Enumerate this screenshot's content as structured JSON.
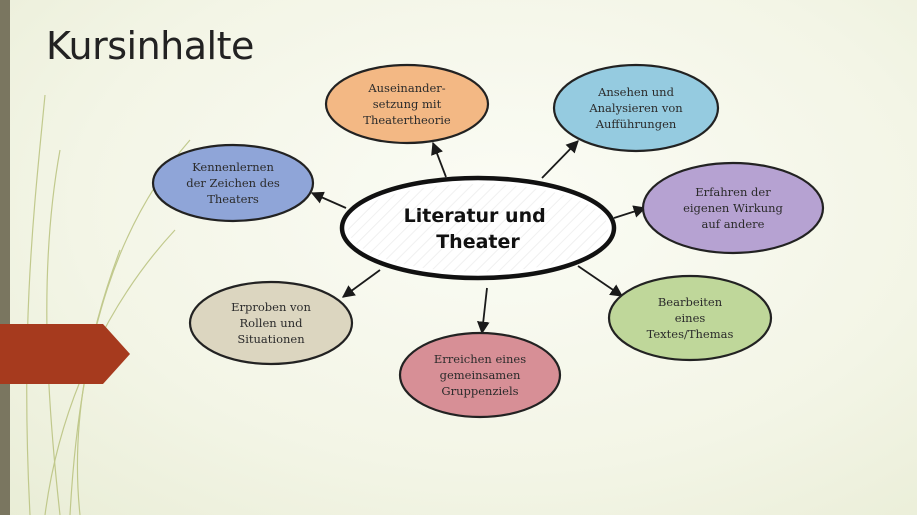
{
  "slide": {
    "title": "Kursinhalte"
  },
  "diagram": {
    "center": {
      "lines": [
        "Literatur und",
        "Theater"
      ]
    },
    "nodes": [
      {
        "id": "kennenlernen",
        "lines": [
          "Kennenlernen",
          "der Zeichen des",
          "Theaters"
        ],
        "color": "#8fa5d8"
      },
      {
        "id": "auseinandersetzung",
        "lines": [
          "Auseinander-",
          "setzung mit",
          "Theatertheorie"
        ],
        "color": "#f3b884"
      },
      {
        "id": "ansehen",
        "lines": [
          "Ansehen und",
          "Analysieren von",
          "Aufführungen"
        ],
        "color": "#95cbe0"
      },
      {
        "id": "erfahren",
        "lines": [
          "Erfahren der",
          "eigenen Wirkung",
          "auf andere"
        ],
        "color": "#b6a2d2"
      },
      {
        "id": "bearbeiten",
        "lines": [
          "Bearbeiten",
          "eines",
          "Textes/Themas"
        ],
        "color": "#bfd79a"
      },
      {
        "id": "erreichen",
        "lines": [
          "Erreichen eines",
          "gemeinsamen",
          "Gruppenziels"
        ],
        "color": "#d78f96"
      },
      {
        "id": "erproben",
        "lines": [
          "Erproben von",
          "Rollen und",
          "Situationen"
        ],
        "color": "#dcd6c0"
      }
    ],
    "accent_color": "#a63a1e"
  }
}
